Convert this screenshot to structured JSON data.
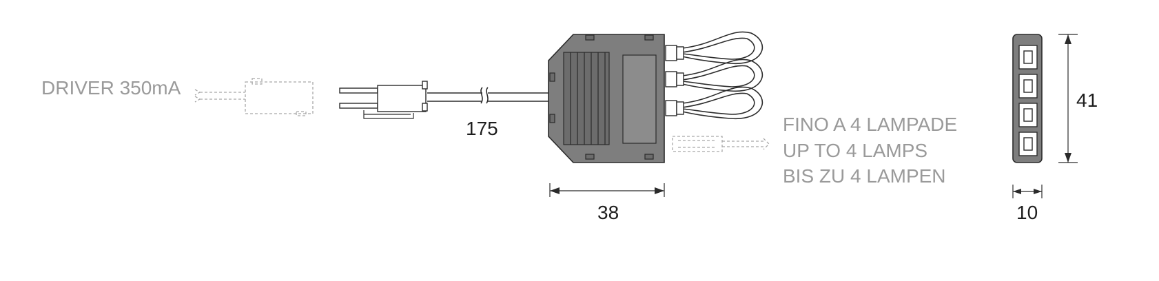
{
  "labels": {
    "driver": "DRIVER 350mA",
    "cable_length": "175",
    "width_38": "38",
    "lamps_it": "FINO A 4 LAMPADE",
    "lamps_en": "UP TO 4 LAMPS",
    "lamps_de": "BIS ZU 4 LAMPEN",
    "height_41": "41",
    "width_10": "10"
  },
  "colors": {
    "label_grey": "#9a9a9a",
    "dimension_text": "#1e1e1e",
    "housing_grey": "#7e7e7e"
  }
}
